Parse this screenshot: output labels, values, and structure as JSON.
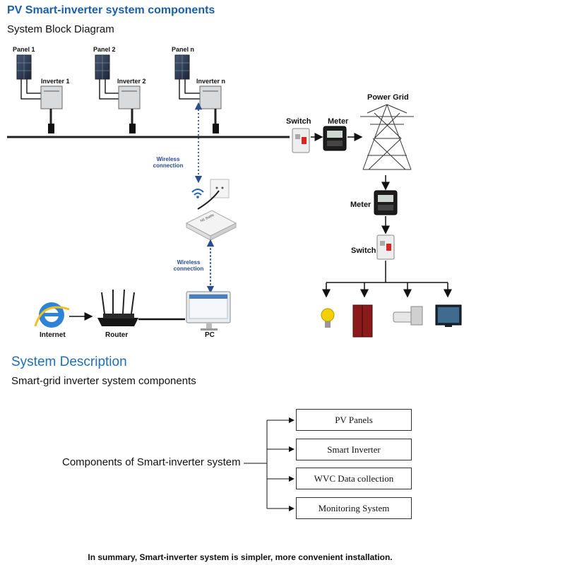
{
  "header": {
    "title": "PV Smart-inverter system components",
    "subtitle": "System Block Diagram"
  },
  "diagram": {
    "panels": [
      "Panel 1",
      "Panel 2",
      "Panel n"
    ],
    "inverters": [
      "Inverter 1",
      "Inverter 2",
      "Inverter n"
    ],
    "wireless_label_1": "Wireless connection",
    "wireless_label_2": "Wireless connection",
    "switch_top": "Switch",
    "meter_top": "Meter",
    "power_grid": "Power Grid",
    "meter_bottom": "Meter",
    "switch_bottom": "Switch",
    "internet": "Internet",
    "router": "Router",
    "pc": "PC",
    "gateway_brand": "NE Battle"
  },
  "description": {
    "heading": "System Description",
    "subheading": "Smart-grid inverter system components",
    "root": "Components of Smart-inverter system",
    "items": [
      "PV Panels",
      "Smart Inverter",
      "WVC Data collection",
      "Monitoring System"
    ]
  },
  "summary": "In summary, Smart-inverter system is simpler, more convenient installation."
}
